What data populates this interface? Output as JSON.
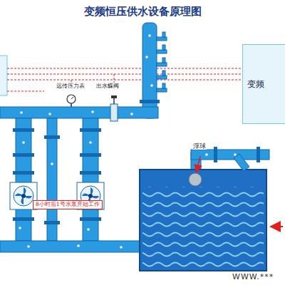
{
  "diagram": {
    "title": "变频恒压供水设备原理图",
    "nodes": [
      {
        "text": [
          "变频"
        ]
      },
      {
        "text": [
          "8小时后1号水泵开始工作"
        ]
      }
    ],
    "labels": [
      "远传压力表",
      "出水蝶阀",
      "浮球",
      "WWW.***"
    ]
  }
}
